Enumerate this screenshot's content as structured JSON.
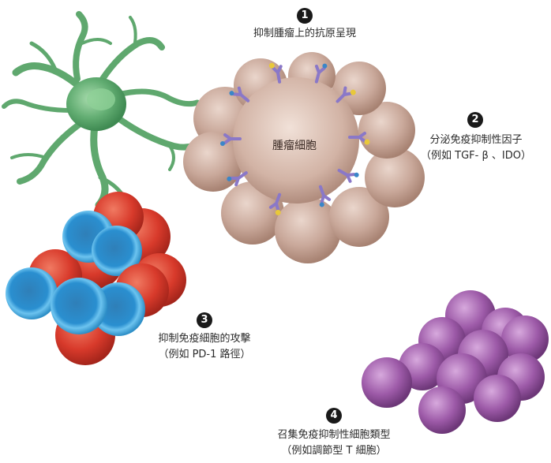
{
  "labels": {
    "tumor_cell": "腫瘤細胞",
    "item1": {
      "number": "1",
      "text": "抑制腫瘤上的抗原呈現"
    },
    "item2": {
      "number": "2",
      "line1": "分泌免疫抑制性因子",
      "line2": "（例如 TGF- β 、IDO）"
    },
    "item3": {
      "number": "3",
      "line1": "抑制免疫細胞的攻擊",
      "line2": "（例如 PD-1 路徑）"
    },
    "item4": {
      "number": "4",
      "line1": "召集免疫抑制性細胞類型",
      "line2": "（例如調節型 T 細胞）"
    }
  },
  "colors": {
    "tumor": "#c9a89a",
    "dendritic_cell": "#5fa86e",
    "blue_cell": "#3aa8de",
    "red_cell": "#d93a2c",
    "purple_cell": "#9a5aa6",
    "receptor": "#8a78c8",
    "antigen": "#e8c83a"
  },
  "icons": [
    "tumor-cell-illustration",
    "dendritic-cell-illustration",
    "immune-cell-cluster",
    "regulatory-cell-cluster"
  ]
}
